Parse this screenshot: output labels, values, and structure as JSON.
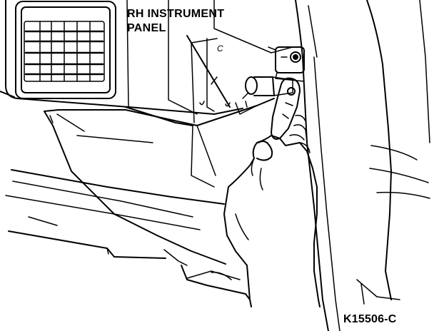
{
  "callout": {
    "line1": "RH INSTRUMENT",
    "line2": "PANEL"
  },
  "marker": "C",
  "figure_id": "K15506-C",
  "colors": {
    "ink": "#000000",
    "paper": "#ffffff"
  }
}
